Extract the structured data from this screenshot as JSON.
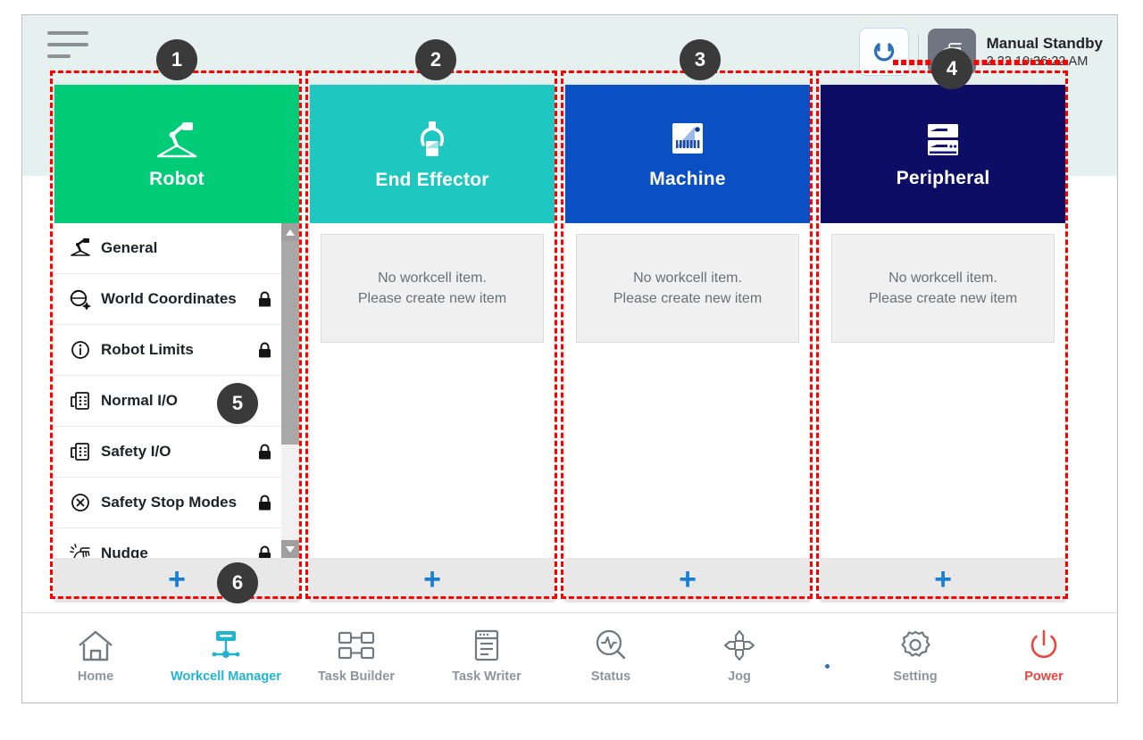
{
  "header": {
    "menu_icon": "hamburger-menu-icon",
    "servo_icon": "servo-power-icon",
    "mode_icon": "manual-hand-icon",
    "status_title": "Manual Standby",
    "status_time": "2.22 10:36:22 AM"
  },
  "columns": [
    {
      "key": "robot",
      "title": "Robot",
      "icon": "robot-arm-icon",
      "color": "#00cc77",
      "add_label": "+",
      "items": [
        {
          "label": "General",
          "icon": "robot-arm-icon",
          "locked": false
        },
        {
          "label": "World Coordinates",
          "icon": "globe-axis-icon",
          "locked": true
        },
        {
          "label": "Robot Limits",
          "icon": "limit-circle-icon",
          "locked": true
        },
        {
          "label": "Normal I/O",
          "icon": "io-port-icon",
          "locked": false
        },
        {
          "label": "Safety I/O",
          "icon": "io-port-icon",
          "locked": true
        },
        {
          "label": "Safety Stop Modes",
          "icon": "stop-x-circle-icon",
          "locked": true
        },
        {
          "label": "Nudge",
          "icon": "nudge-hand-icon",
          "locked": true
        }
      ]
    },
    {
      "key": "end-effector",
      "title": "End Effector",
      "icon": "gripper-icon",
      "color": "#1ec8c0",
      "add_label": "+",
      "empty_line1": "No workcell item.",
      "empty_line2": "Please create new item"
    },
    {
      "key": "machine",
      "title": "Machine",
      "icon": "machine-icon",
      "color": "#0a4fc4",
      "add_label": "+",
      "empty_line1": "No workcell item.",
      "empty_line2": "Please create new item"
    },
    {
      "key": "peripheral",
      "title": "Peripheral",
      "icon": "server-rack-icon",
      "color": "#0d0d66",
      "add_label": "+",
      "empty_line1": "No workcell item.",
      "empty_line2": "Please create new item"
    }
  ],
  "bottom_nav": {
    "left": [
      {
        "label": "Home",
        "icon": "home-icon",
        "active": false
      },
      {
        "label": "Workcell Manager",
        "icon": "workcell-manager-icon",
        "active": true
      },
      {
        "label": "Task Builder",
        "icon": "task-builder-icon",
        "active": false
      },
      {
        "label": "Task Writer",
        "icon": "task-writer-icon",
        "active": false
      }
    ],
    "right": [
      {
        "label": "Status",
        "icon": "status-scope-icon",
        "active": false
      },
      {
        "label": "Jog",
        "icon": "jog-arrows-icon",
        "active": false
      },
      {
        "label": "Setting",
        "icon": "gear-icon",
        "active": false
      },
      {
        "label": "Power",
        "icon": "power-icon",
        "active": false
      }
    ]
  },
  "annotations": [
    {
      "number": "1"
    },
    {
      "number": "2"
    },
    {
      "number": "3"
    },
    {
      "number": "4"
    },
    {
      "number": "5"
    },
    {
      "number": "6"
    }
  ],
  "colors": {
    "header_band": "#e5f0ef",
    "annotation": "#ff0000",
    "accent_blue": "#1a7fd4",
    "active_nav": "#22b4cf",
    "power_red": "#e8473f"
  }
}
